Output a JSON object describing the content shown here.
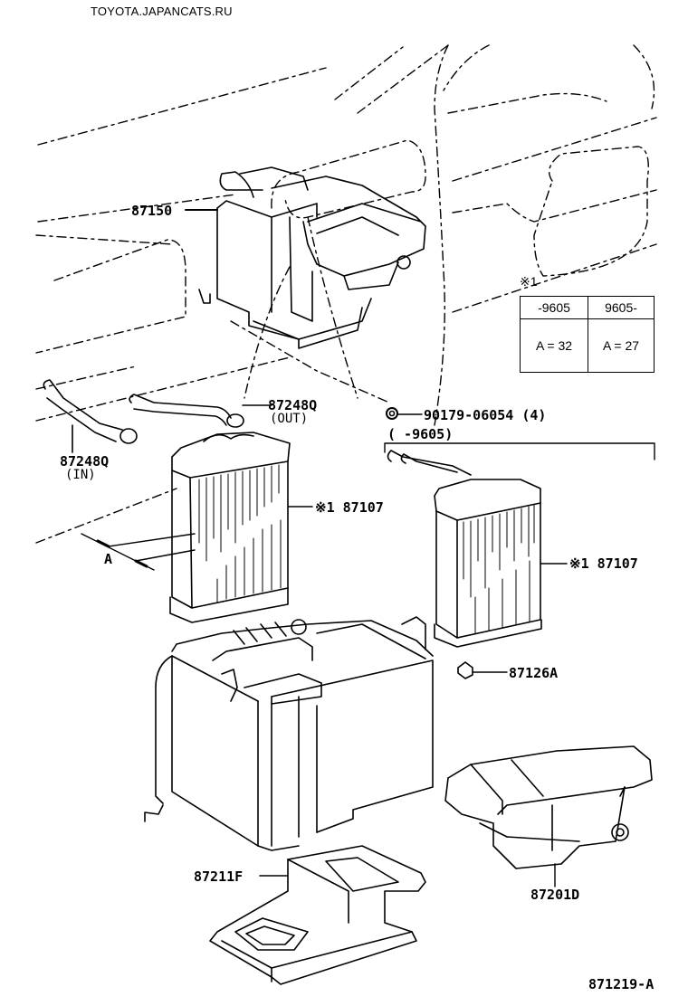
{
  "watermark": "TOYOTA.JAPANCATS.RU",
  "diagram_id": "871219-A",
  "parts": {
    "heater_unit": "87150",
    "hose_out": {
      "number": "87248Q",
      "note": "(OUT)"
    },
    "hose_in": {
      "number": "87248Q",
      "note": "(IN)"
    },
    "clip": {
      "number": "90179-06054",
      "qty": "(4)"
    },
    "core_left": {
      "mark": "※1",
      "number": "87107"
    },
    "core_right": {
      "mark": "※1",
      "number": "87107"
    },
    "core_right_range": "(      -9605)",
    "dimension_label": "A",
    "bracket": "87126A",
    "case_lower": "87211F",
    "duct": "87201D"
  },
  "note_table": {
    "mark": "※1",
    "headers": [
      "-9605",
      "9605-"
    ],
    "values": [
      "A = 32",
      "A = 27"
    ]
  }
}
